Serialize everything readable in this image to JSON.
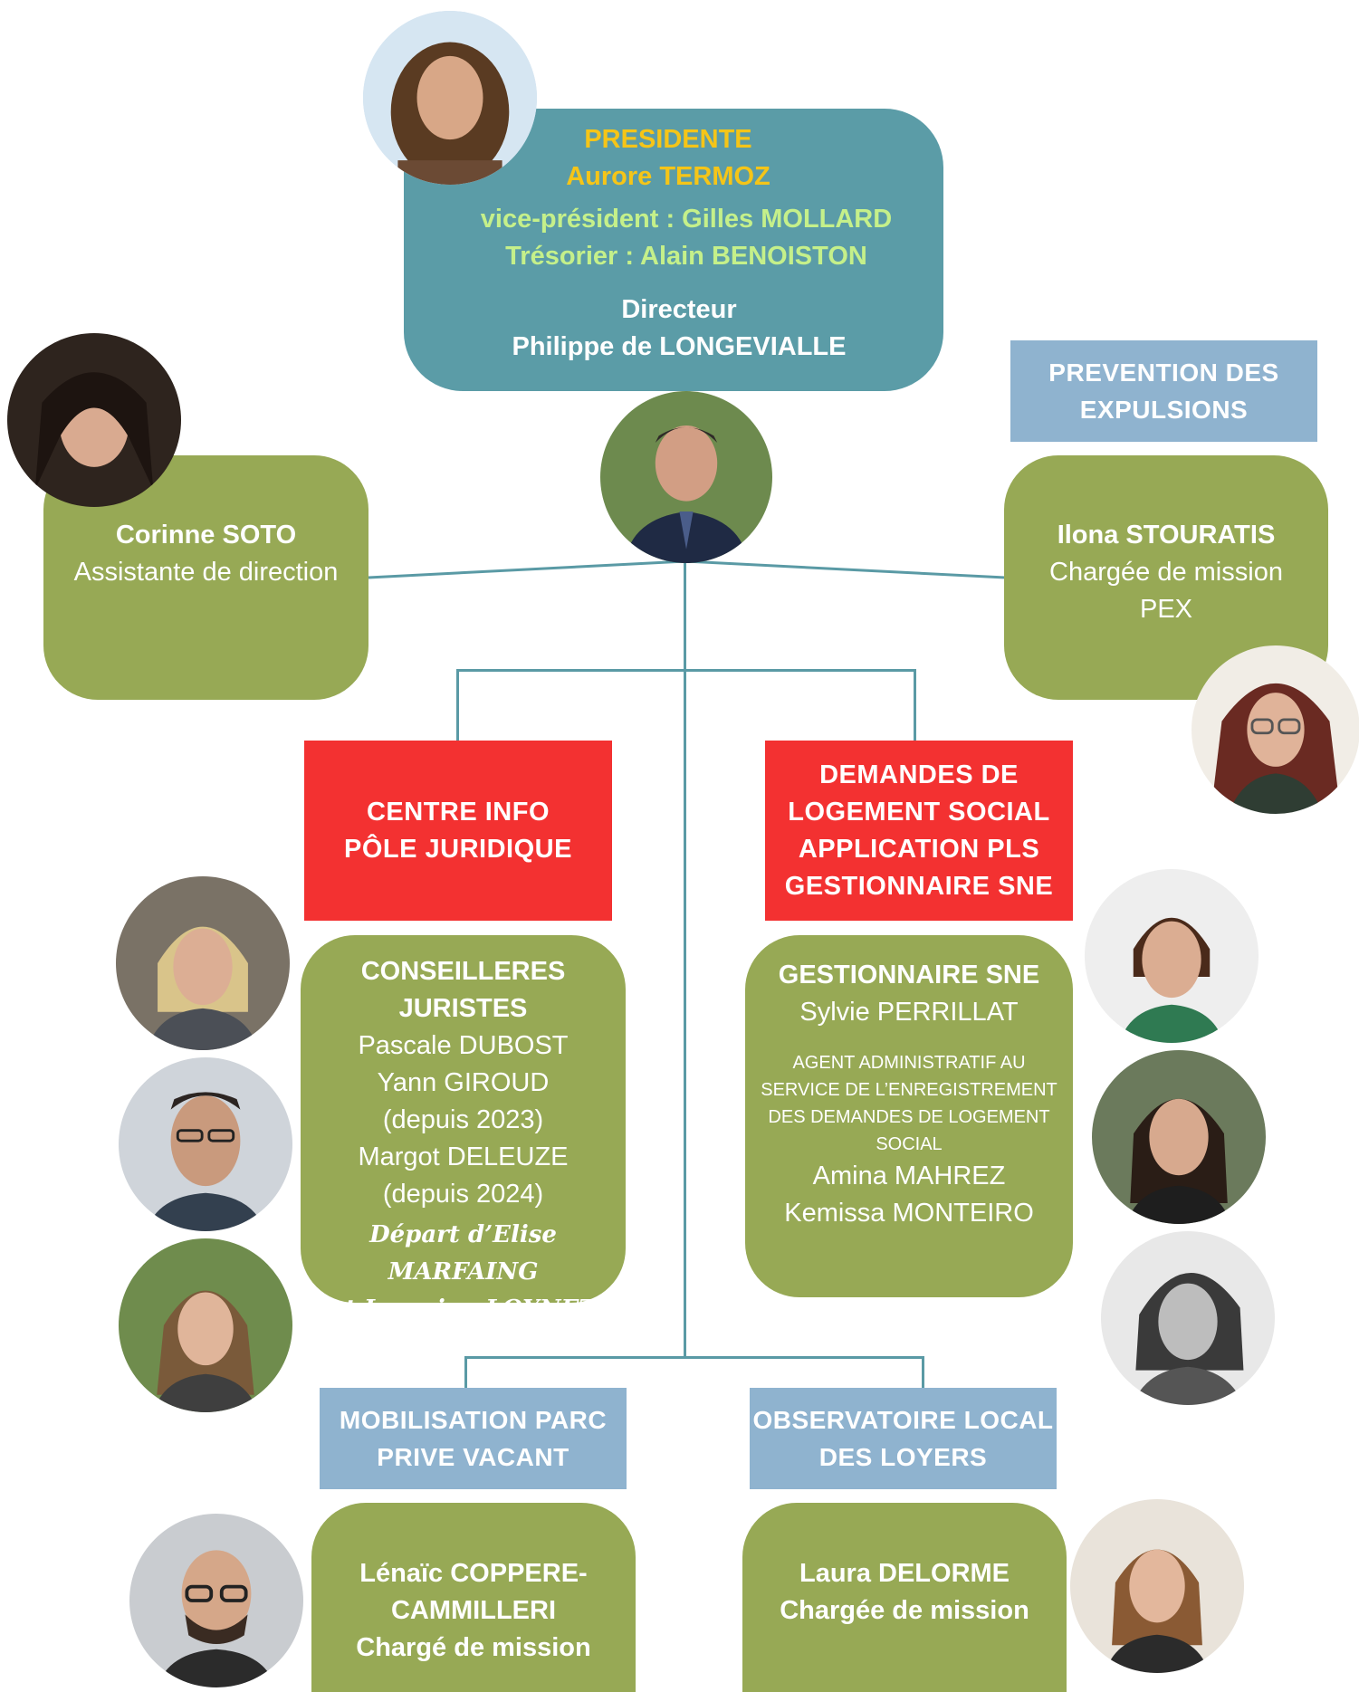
{
  "top": {
    "role_title": "PRESIDENTE",
    "president_name": "Aurore TERMOZ",
    "vice_president": "vice-président : Gilles MOLLARD",
    "treasurer": "Trésorier : Alain BENOISTON",
    "director_title": "Directeur",
    "director_name": "Philippe de LONGEVIALLE"
  },
  "assistant": {
    "name": "Corinne SOTO",
    "role": "Assistante de direction"
  },
  "prevention": {
    "header_line1": "PREVENTION DES",
    "header_line2": "EXPULSIONS",
    "name": "Ilona STOURATIS",
    "role_line1": "Chargée de mission",
    "role_line2": "PEX"
  },
  "centre_info": {
    "line1": "CENTRE INFO",
    "line2": "PÔLE JURIDIQUE"
  },
  "demandes": {
    "line1": "DEMANDES DE",
    "line2": "LOGEMENT SOCIAL",
    "line3": "APPLICATION PLS",
    "line4": "GESTIONNAIRE SNE"
  },
  "juristes": {
    "title_line1": "CONSEILLERES",
    "title_line2": "JURISTES",
    "person1": "Pascale DUBOST",
    "person2": "Yann GIROUD",
    "person2_note": "(depuis 2023)",
    "person3": "Margot DELEUZE",
    "person3_note": "(depuis 2024)",
    "departure_line1": "Départ d’Elise MARFAING",
    "departure_line2": "et Lorraine LOYNET"
  },
  "sne": {
    "title": "GESTIONNAIRE SNE",
    "manager": "Sylvie PERRILLAT",
    "agent_line1": "AGENT ADMINISTRATIF AU",
    "agent_line2": "SERVICE DE L’ENREGISTREMENT",
    "agent_line3": "DES DEMANDES DE LOGEMENT",
    "agent_line4": "SOCIAL",
    "agent1": "Amina MAHREZ",
    "agent2": "Kemissa MONTEIRO"
  },
  "mobilisation": {
    "header_line1": "MOBILISATION PARC",
    "header_line2": "PRIVE VACANT",
    "name_line1": "Lénaïc COPPERE-",
    "name_line2": "CAMMILLERI",
    "role": "Chargé de mission"
  },
  "observatoire": {
    "header_line1": "OBSERVATOIRE LOCAL",
    "header_line2": "DES LOYERS",
    "name": "Laura DELORME",
    "role": "Chargée de mission"
  },
  "colors": {
    "teal": "#5b9ca7",
    "green": "#97a955",
    "red": "#f33131",
    "blue": "#8fb3cf",
    "gold": "#f5c518",
    "light_green": "#c5f08a"
  }
}
